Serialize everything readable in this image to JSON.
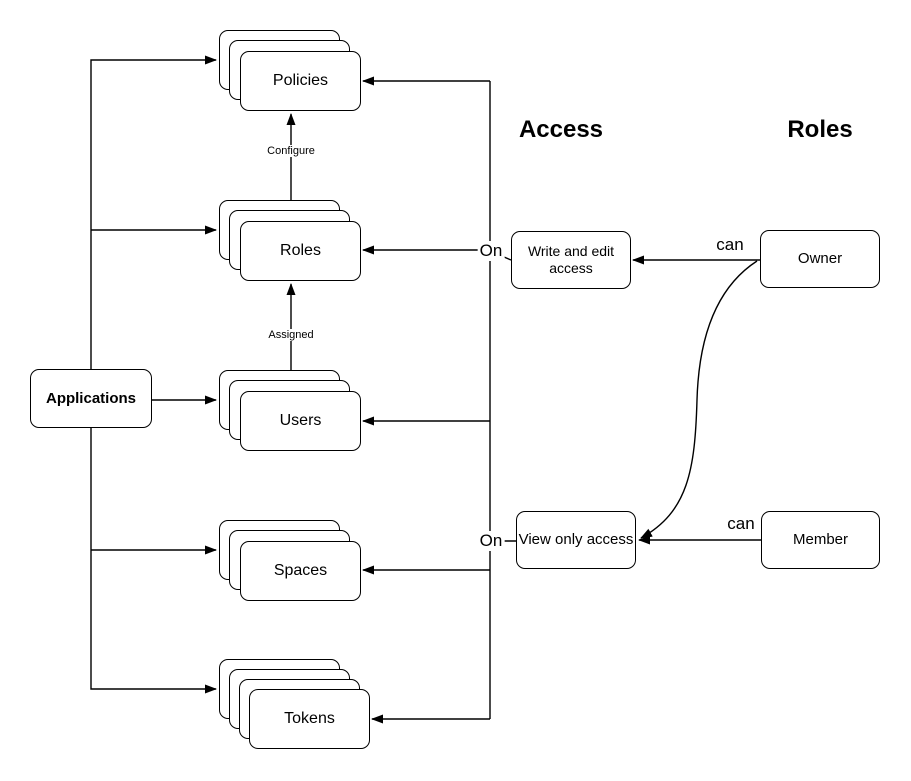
{
  "colors": {
    "stroke": "#000000",
    "fill": "#ffffff",
    "text": "#000000"
  },
  "headings": {
    "access": "Access",
    "roles": "Roles"
  },
  "nodes": {
    "applications": {
      "label": "Applications"
    },
    "policies": {
      "label": "Policies",
      "layers": 3
    },
    "roles": {
      "label": "Roles",
      "layers": 3
    },
    "users": {
      "label": "Users",
      "layers": 3
    },
    "spaces": {
      "label": "Spaces",
      "layers": 3
    },
    "tokens": {
      "label": "Tokens",
      "layers": 4
    },
    "write_edit": {
      "label": "Write and edit access"
    },
    "view_only": {
      "label": "View only access"
    },
    "owner": {
      "label": "Owner"
    },
    "member": {
      "label": "Member"
    }
  },
  "edge_labels": {
    "configure": "Configure",
    "assigned": "Assigned",
    "on_write": "On",
    "on_view": "On",
    "can_owner": "can",
    "can_member": "can"
  }
}
